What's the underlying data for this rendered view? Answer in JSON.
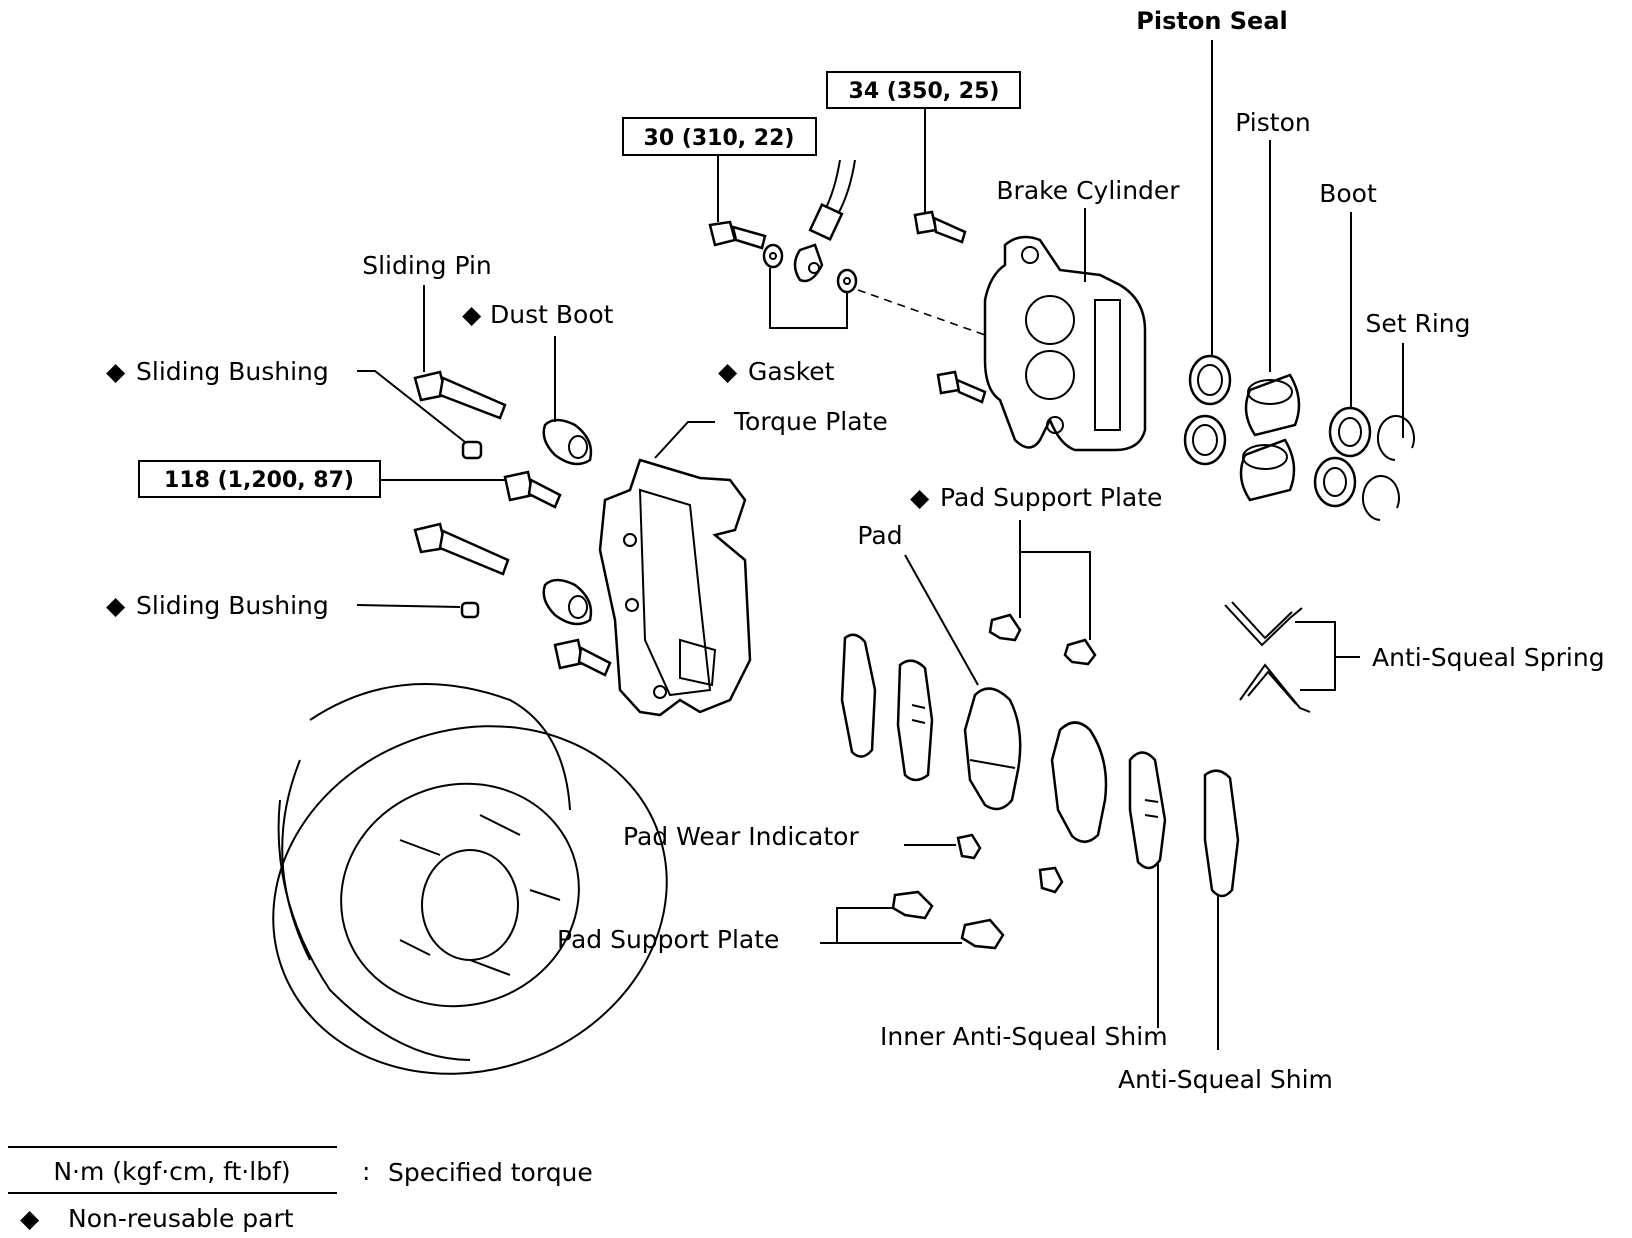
{
  "labels": {
    "piston_seal": "Piston Seal",
    "piston": "Piston",
    "boot": "Boot",
    "set_ring": "Set Ring",
    "brake_cylinder": "Brake Cylinder",
    "sliding_pin": "Sliding Pin",
    "dust_boot": "Dust Boot",
    "sliding_bushing_upper": "Sliding Bushing",
    "gasket": "Gasket",
    "torque_plate": "Torque Plate",
    "pad_support_plate_upper": "Pad Support Plate",
    "pad": "Pad",
    "sliding_bushing_lower": "Sliding Bushing",
    "anti_squeal_spring": "Anti-Squeal Spring",
    "pad_wear_indicator": "Pad Wear Indicator",
    "pad_support_plate_lower": "Pad Support Plate",
    "inner_anti_squeal_shim": "Inner Anti-Squeal Shim",
    "anti_squeal_shim": "Anti-Squeal Shim"
  },
  "torques": {
    "bolt_34": "34 (350, 25)",
    "bolt_30": "30 (310, 22)",
    "bolt_118": "118 (1,200, 87)"
  },
  "marker": "◆",
  "legend": {
    "unit": "N·m (kgf·cm, ft·lbf)",
    "separator": ":",
    "torque_meaning": "Specified torque",
    "non_reusable": "Non-reusable part"
  }
}
